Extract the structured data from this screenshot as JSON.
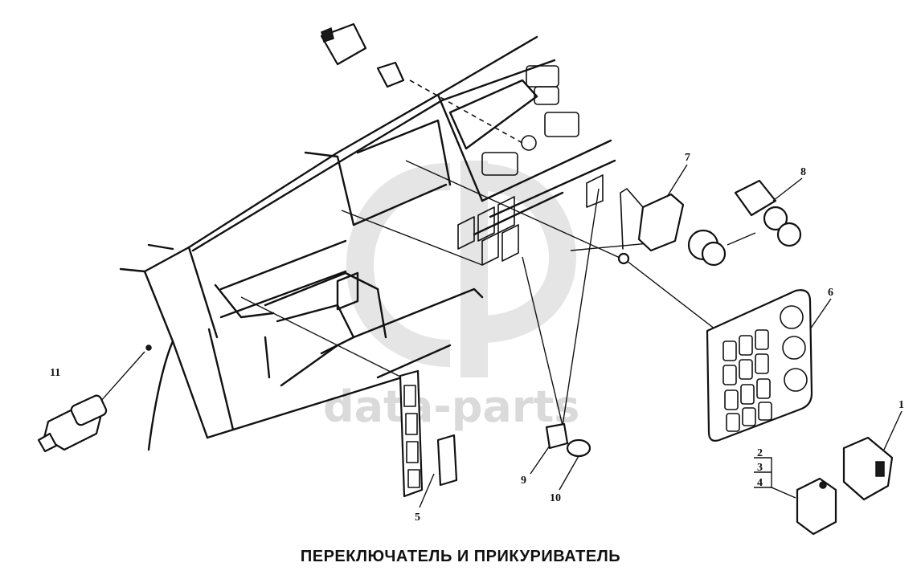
{
  "caption": "ПЕРЕКЛЮЧАТЕЛЬ И ПРИКУРИВАТЕЛЬ",
  "watermark": "data-parts",
  "callouts": {
    "c1": "1",
    "c2": "2",
    "c3": "3",
    "c4": "4",
    "c5": "5",
    "c6": "6",
    "c7": "7",
    "c8": "8",
    "c9": "9",
    "c10": "10",
    "c11": "11"
  },
  "colors": {
    "ink": "#111111",
    "watermark": "#cfcfcf",
    "background": "#ffffff"
  }
}
